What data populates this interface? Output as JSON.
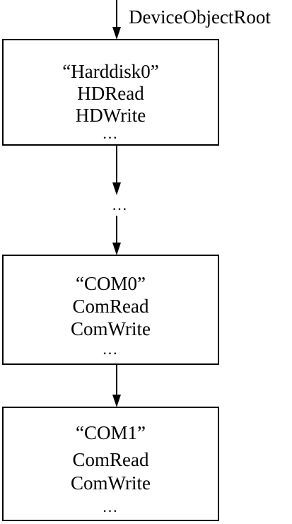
{
  "root_label": "DeviceObjectRoot",
  "nodes": [
    {
      "name": "“Harddisk0”",
      "read": "HDRead",
      "write": "HDWrite",
      "more": "…"
    },
    {
      "name": "“COM0”",
      "read": "ComRead",
      "write": "ComWrite",
      "more": "…"
    },
    {
      "name": "“COM1”",
      "read": "ComRead",
      "write": "ComWrite",
      "more": "…"
    }
  ],
  "between_ellipsis": "…"
}
